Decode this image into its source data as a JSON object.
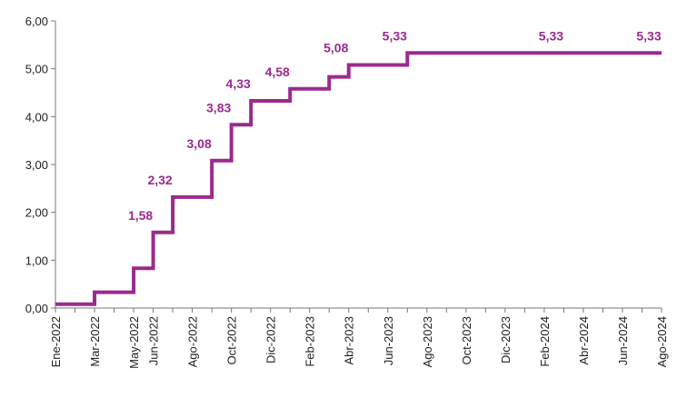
{
  "chart_data": {
    "type": "line",
    "step": true,
    "ylim": [
      0,
      6
    ],
    "yticks": [
      "0,00",
      "1,00",
      "2,00",
      "3,00",
      "4,00",
      "5,00",
      "6,00"
    ],
    "x_tick_labels": [
      "Ene-2022",
      "Mar-2022",
      "May-2022",
      "Jun-2022",
      "Ago-2022",
      "Oct-2022",
      "Dic-2022",
      "Feb-2023",
      "Abr-2023",
      "Jun-2023",
      "Ago-2023",
      "Oct-2023",
      "Dic-2023",
      "Feb-2024",
      "Abr-2024",
      "Jun-2024",
      "Ago-2024"
    ],
    "grid": false,
    "legend": "none",
    "series_color": "#9b2a8e",
    "points": [
      {
        "x": "Ene-2022",
        "y": 0.08
      },
      {
        "x": "Mar-2022",
        "y": 0.33
      },
      {
        "x": "Apr-2022",
        "y": 0.33
      },
      {
        "x": "May-2022",
        "y": 0.83
      },
      {
        "x": "Jun-2022",
        "y": 1.58
      },
      {
        "x": "Jul-2022",
        "y": 2.32
      },
      {
        "x": "Ago-2022",
        "y": 2.32
      },
      {
        "x": "Sep-2022",
        "y": 3.08
      },
      {
        "x": "Oct-2022",
        "y": 3.83
      },
      {
        "x": "Nov-2022",
        "y": 4.33
      },
      {
        "x": "Dic-2022",
        "y": 4.33
      },
      {
        "x": "Ene-2023",
        "y": 4.58
      },
      {
        "x": "Feb-2023",
        "y": 4.58
      },
      {
        "x": "Mar-2023",
        "y": 4.83
      },
      {
        "x": "Abr-2023",
        "y": 5.08
      },
      {
        "x": "May-2023",
        "y": 5.08
      },
      {
        "x": "Jun-2023",
        "y": 5.08
      },
      {
        "x": "Jul-2023",
        "y": 5.33
      },
      {
        "x": "Ago-2024",
        "y": 5.33
      }
    ],
    "data_labels": [
      {
        "x": "Jun-2022",
        "text": "1,58"
      },
      {
        "x": "Jul-2022",
        "text": "2,32"
      },
      {
        "x": "Sep-2022",
        "text": "3,08"
      },
      {
        "x": "Oct-2022",
        "text": "3,83"
      },
      {
        "x": "Nov-2022",
        "text": "4,33"
      },
      {
        "x": "Ene-2023",
        "text": "4,58"
      },
      {
        "x": "Abr-2023",
        "text": "5,08"
      },
      {
        "x": "Jul-2023",
        "text": "5,33"
      },
      {
        "x": "Mar-2024",
        "text": "5,33"
      },
      {
        "x": "Ago-2024",
        "text": "5,33"
      }
    ]
  }
}
